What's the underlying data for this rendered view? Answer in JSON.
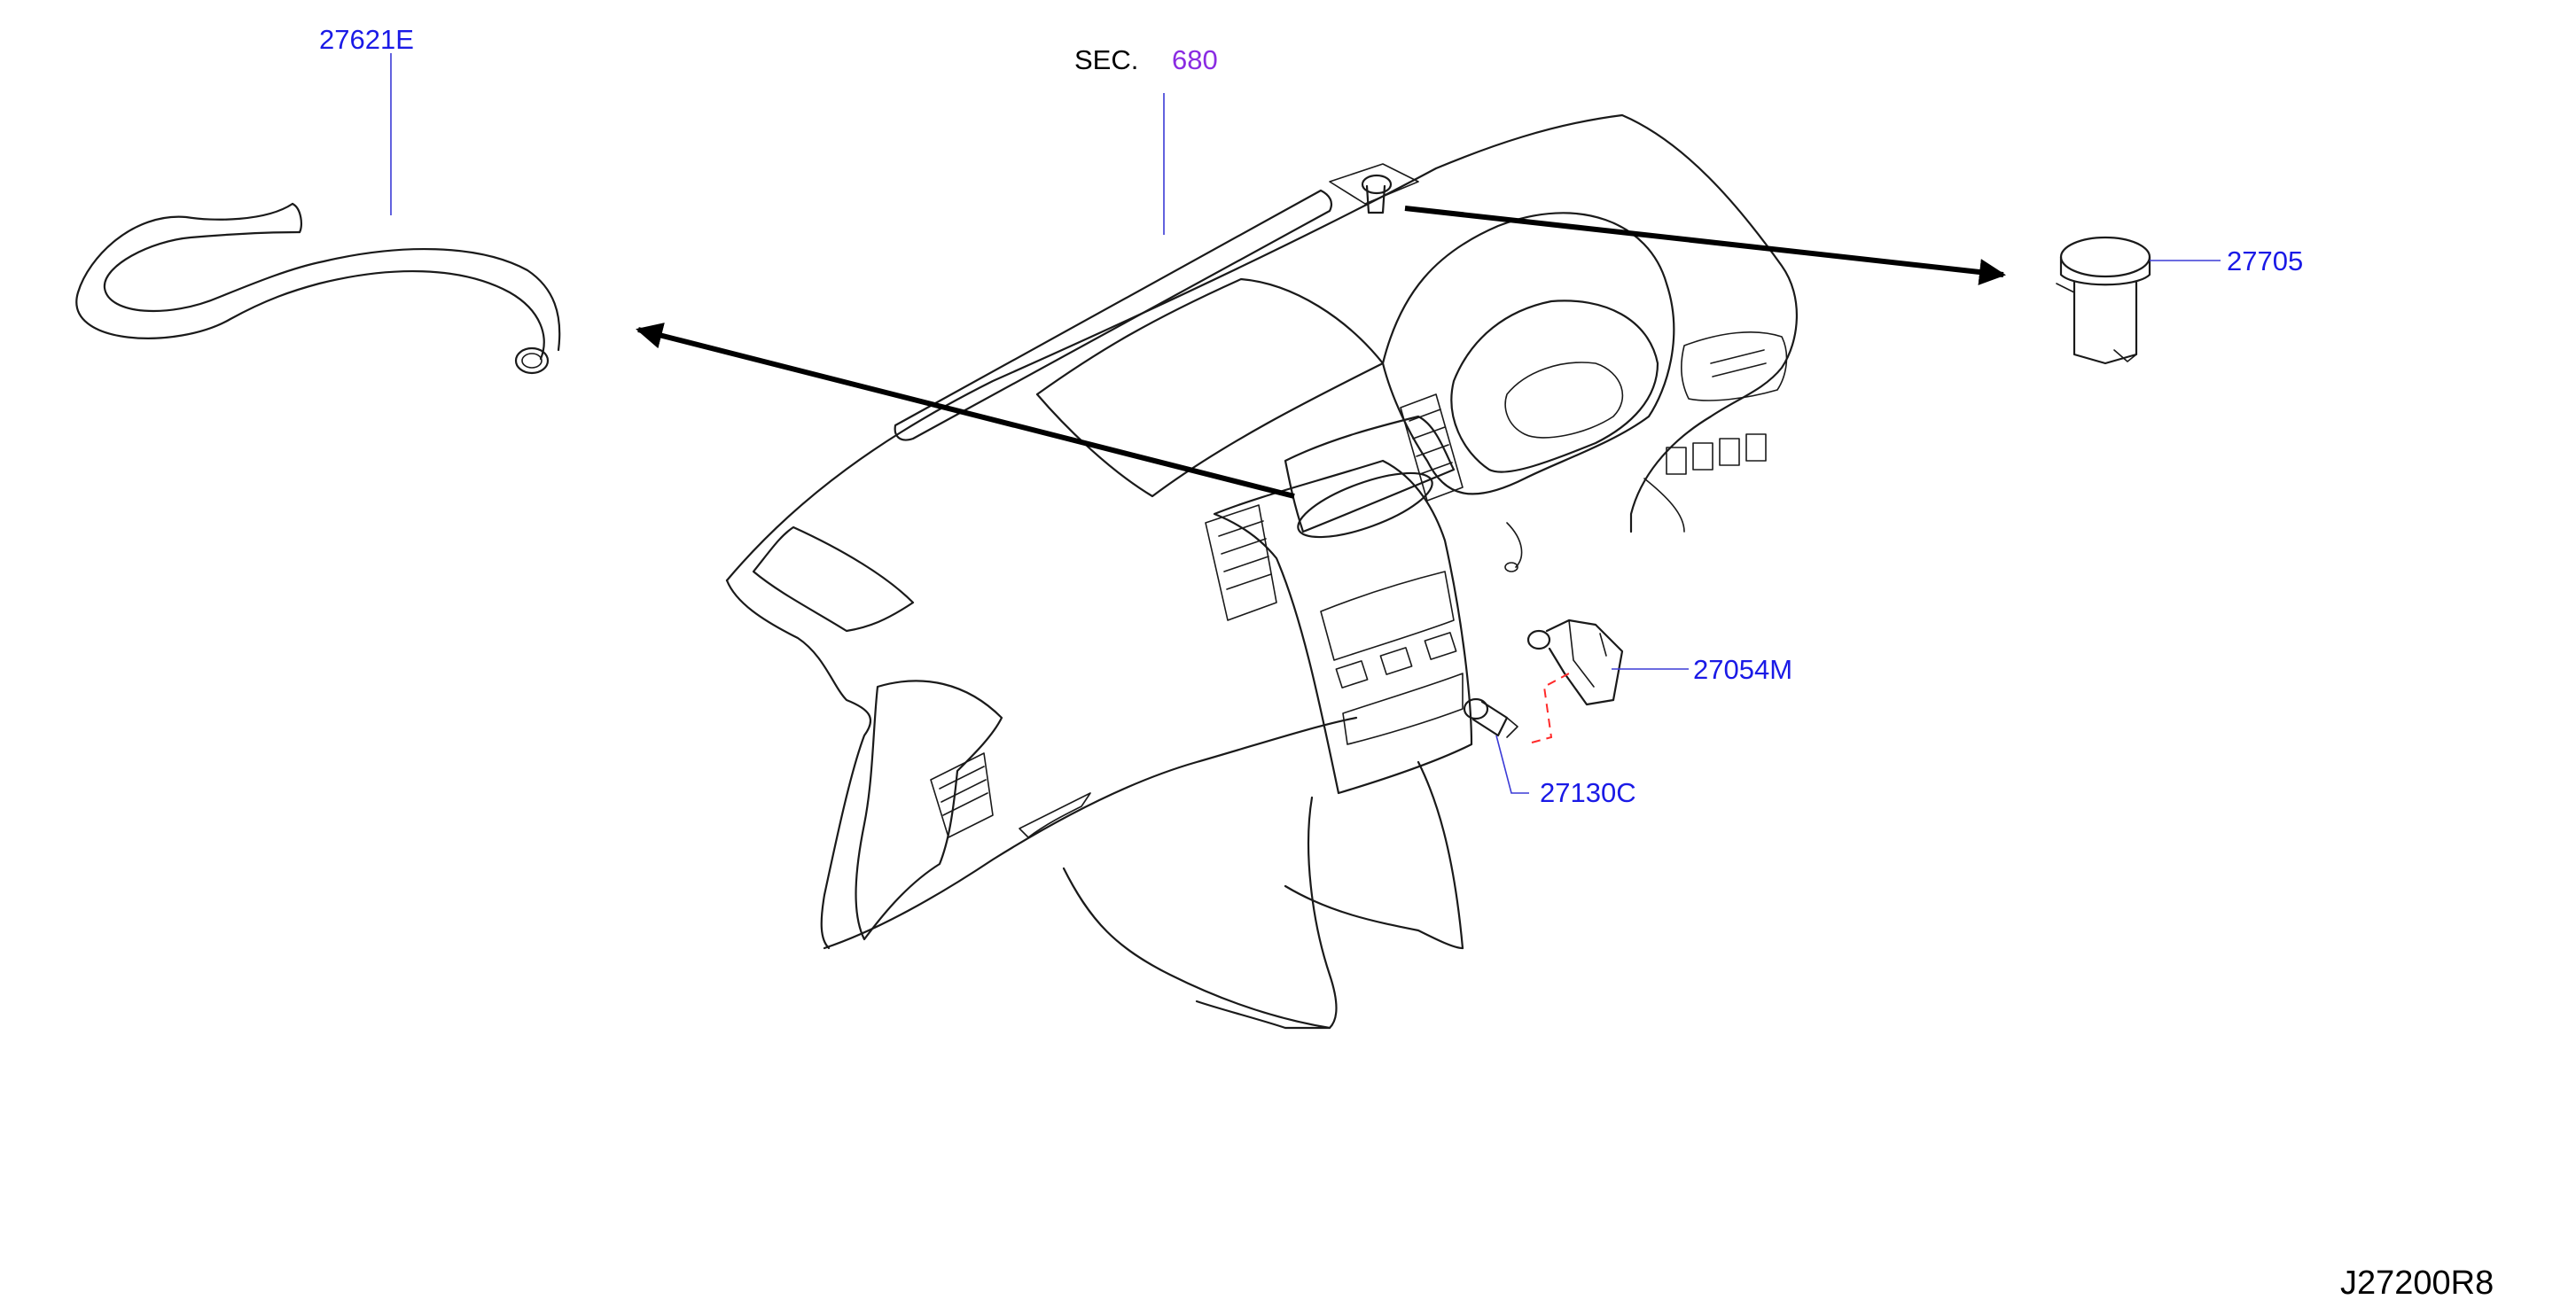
{
  "labels": {
    "hose": "27621E",
    "section_prefix": "SEC.",
    "section_number": "680",
    "sensor": "27705",
    "aspirator": "27054M",
    "clip": "27130C",
    "figure_id": "J27200R8"
  },
  "colors": {
    "part_number": "#1a1ae6",
    "section_number": "#8a2be2",
    "linework": "#1a1a1a",
    "dashed_connection": "#ff2a2a"
  }
}
